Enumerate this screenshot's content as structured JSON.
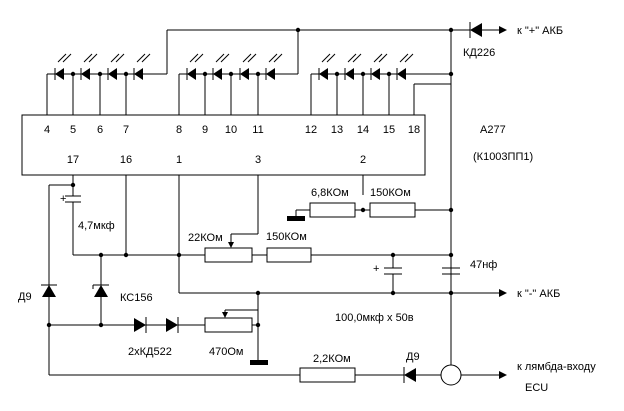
{
  "chip": {
    "name": "А277",
    "name_alt": "(К1003ПП1)",
    "top_pins": [
      "4",
      "5",
      "6",
      "7",
      "8",
      "9",
      "10",
      "11",
      "12",
      "13",
      "14",
      "15",
      "18"
    ],
    "bottom_pins": [
      "17",
      "16",
      "1",
      "3",
      "2"
    ]
  },
  "labels": {
    "to_plus": "к \"+\" АКБ",
    "to_minus": "к \"-\" АКБ",
    "to_lambda": "к лямбда-входу",
    "ecu": "ECU"
  },
  "components": {
    "diode_plus": "КД226",
    "r_68k": "6,8КОм",
    "r_150k_top": "150КОм",
    "c_47mkf": "4,7мкф",
    "r_22k": "22КОм",
    "r_150k_mid": "150КОм",
    "c_47nf": "47нф",
    "c_100mkf": "100,0мкф х 50в",
    "d9_left": "Д9",
    "zener": "КС156",
    "diodes_522": "2хКД522",
    "pot_470": "470Ом",
    "r_2k2": "2,2КОм",
    "d9_right": "Д9"
  }
}
